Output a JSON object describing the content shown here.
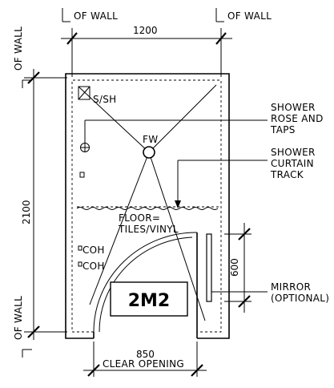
{
  "labels": {
    "cl_wall_top_left": "OF WALL",
    "cl_wall_top_right": "OF WALL",
    "cl_wall_side_top": "OF WALL",
    "cl_wall_side_bottom": "OF WALL",
    "width_dim": "1200",
    "height_dim": "2100",
    "shelf": "S/SH",
    "floor_waste": "FW",
    "floor_line1": "FLOOR=",
    "floor_line2": "TILES/VINYL",
    "coh_upper": "COH",
    "coh_lower": "COH",
    "room_code": "2M2",
    "mirror_dim": "600",
    "opening_dim": "850",
    "opening_label": "CLEAR OPENING",
    "shower_line1": "SHOWER",
    "shower_line2": "ROSE AND",
    "shower_line3": "TAPS",
    "curtain_line1": "SHOWER",
    "curtain_line2": "CURTAIN",
    "curtain_line3": "TRACK",
    "mirror_line1": "MIRROR",
    "mirror_line2": "(OPTIONAL)"
  },
  "icons": {
    "centerline": "centerline-symbol",
    "floor_waste": "circle-drain-icon",
    "tap": "tap-icon"
  }
}
